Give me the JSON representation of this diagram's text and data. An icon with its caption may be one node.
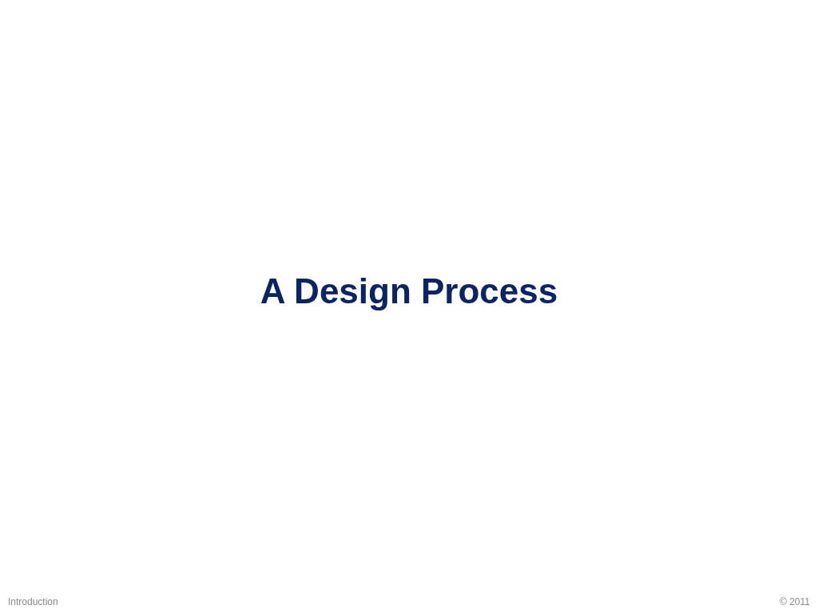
{
  "diagram": {
    "title": "A Design Process",
    "labels": [
      "Introduction",
      "© 2011"
    ]
  }
}
